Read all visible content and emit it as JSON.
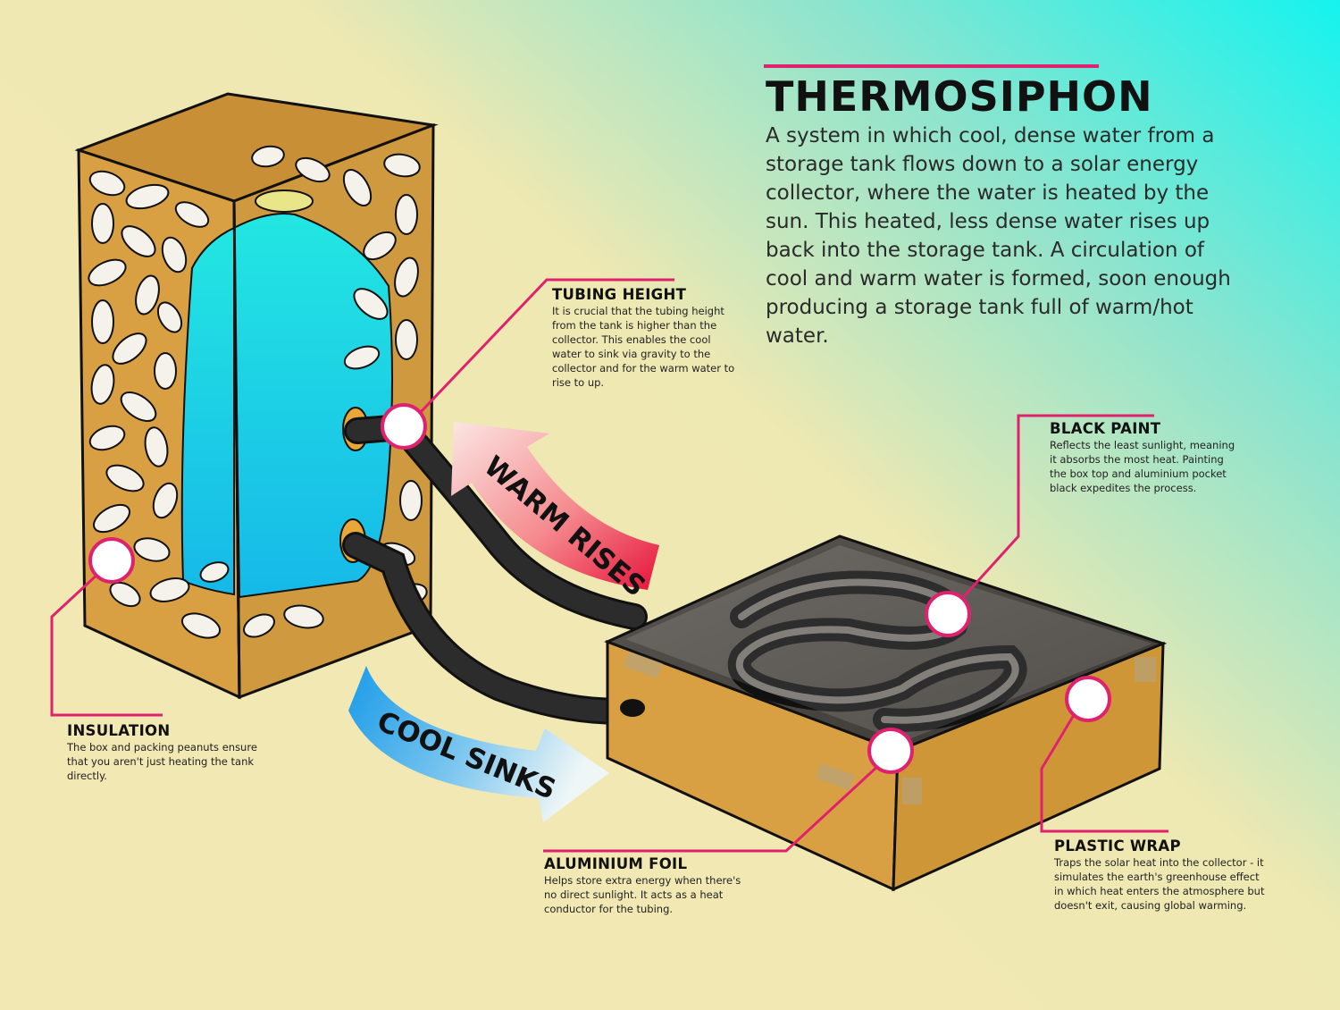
{
  "title": "THERMOSIPHON",
  "description": "A system in which cool, dense water from a storage tank flows down to a solar energy collector, where the water is heated by the sun. This heated, less dense water rises up back into the storage tank. A circulation of cool and warm water is formed, soon enough producing a storage tank full of warm/hot water.",
  "arrows": {
    "warm": "WARM RISES",
    "cool": "COOL SINKS"
  },
  "callouts": {
    "tubing": {
      "title": "TUBING HEIGHT",
      "text": "It is crucial that the tubing height from the tank is higher than the collector. This enables the cool water to sink via gravity to the collector and for the warm water to rise to up."
    },
    "black_paint": {
      "title": "BLACK PAINT",
      "text": "Reflects the least sunlight, meaning it absorbs the most heat. Painting the box top and aluminium pocket black expedites the process."
    },
    "insulation": {
      "title": "INSULATION",
      "text": "The box and packing peanuts ensure that you aren't just heating the tank directly."
    },
    "foil": {
      "title": "ALUMINIUM FOIL",
      "text": "Helps store extra energy when there's no direct sunlight. It acts as a heat conductor for the tubing."
    },
    "plastic": {
      "title": "PLASTIC WRAP",
      "text": "Traps the solar heat into the collector - it simulates the earth's greenhouse effect in which heat enters the atmosphere but doesn't exit, causing global warming."
    }
  },
  "colors": {
    "accent": "#e0226e",
    "cardboard": "#d9a043",
    "water": "#1fd6e0",
    "tube": "#1e1e1e"
  }
}
